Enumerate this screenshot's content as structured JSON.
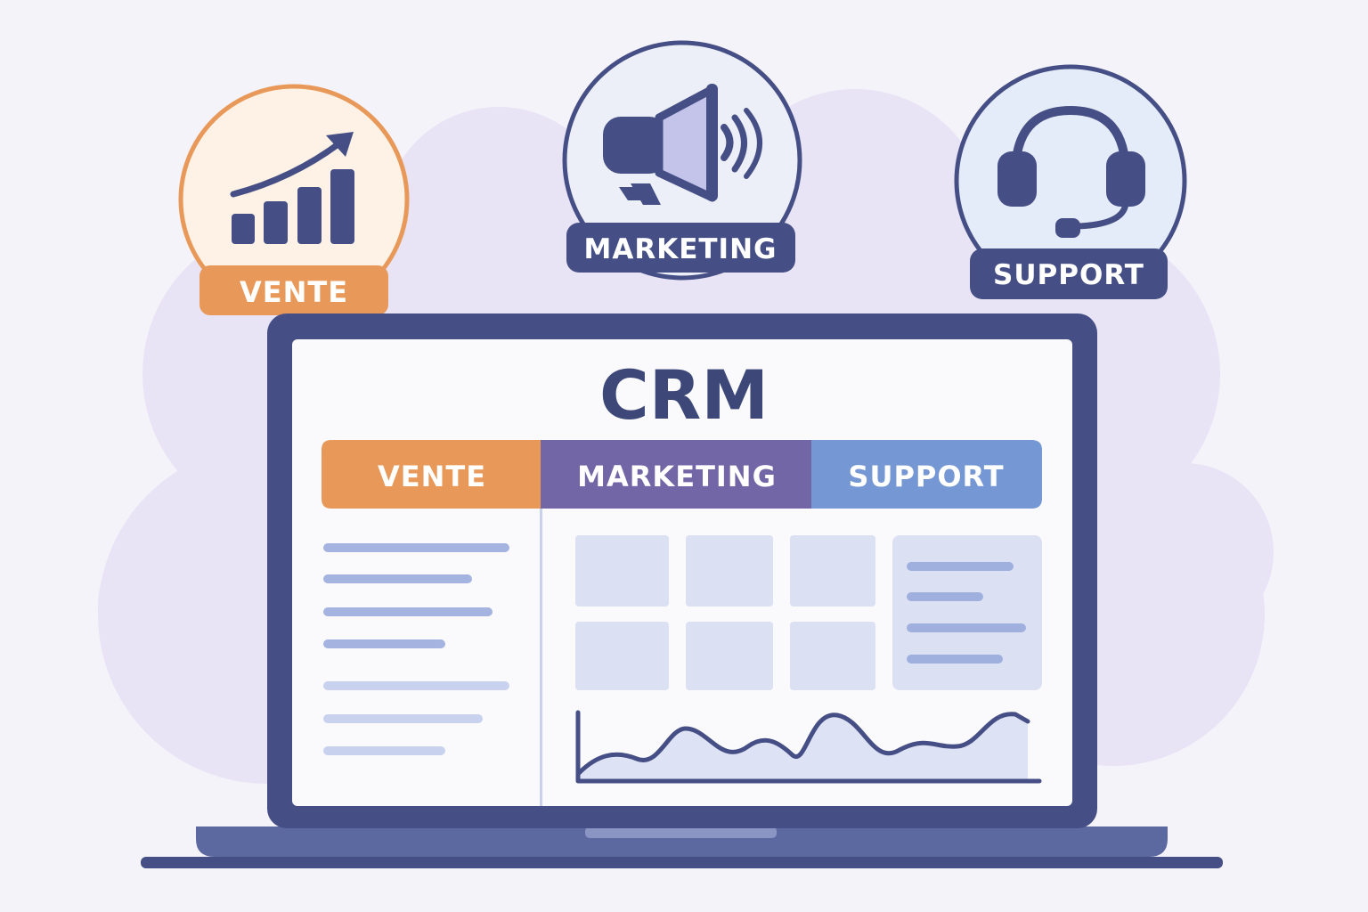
{
  "bubbles": {
    "vente": {
      "label": "VENTE"
    },
    "marketing": {
      "label": "MARKETING"
    },
    "support": {
      "label": "SUPPORT"
    }
  },
  "screen": {
    "title": "CRM",
    "tabs": [
      {
        "label": "VENTE"
      },
      {
        "label": "MARKETING"
      },
      {
        "label": "SUPPORT"
      }
    ]
  },
  "icons": {
    "vente": "growth-chart-icon",
    "marketing": "megaphone-icon",
    "support": "headset-icon"
  },
  "colors": {
    "navy": "#454f85",
    "orange": "#e8995a",
    "purple": "#7366a6",
    "blue": "#7597d3",
    "light_block": "#dbe1f3"
  }
}
